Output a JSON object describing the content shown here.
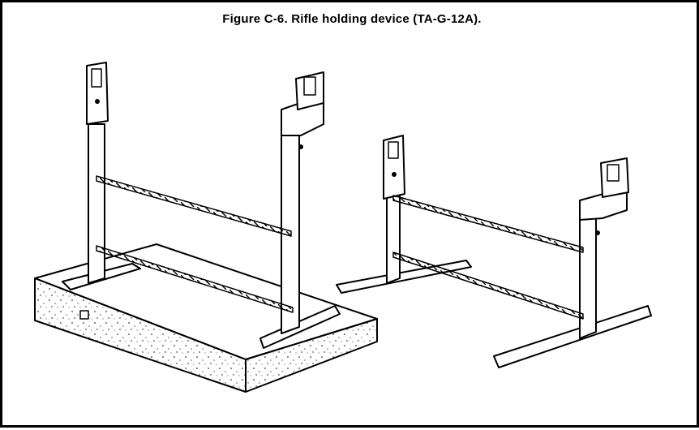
{
  "figure": {
    "caption": "Figure C-6. Rifle holding device (TA-G-12A)."
  },
  "colors": {
    "ink": "#000000",
    "paper": "#ffffff",
    "shade": "#d9d9d9"
  },
  "illustration": {
    "objects": [
      "rifle-holding-device-on-base",
      "rifle-holding-device-standalone"
    ]
  }
}
